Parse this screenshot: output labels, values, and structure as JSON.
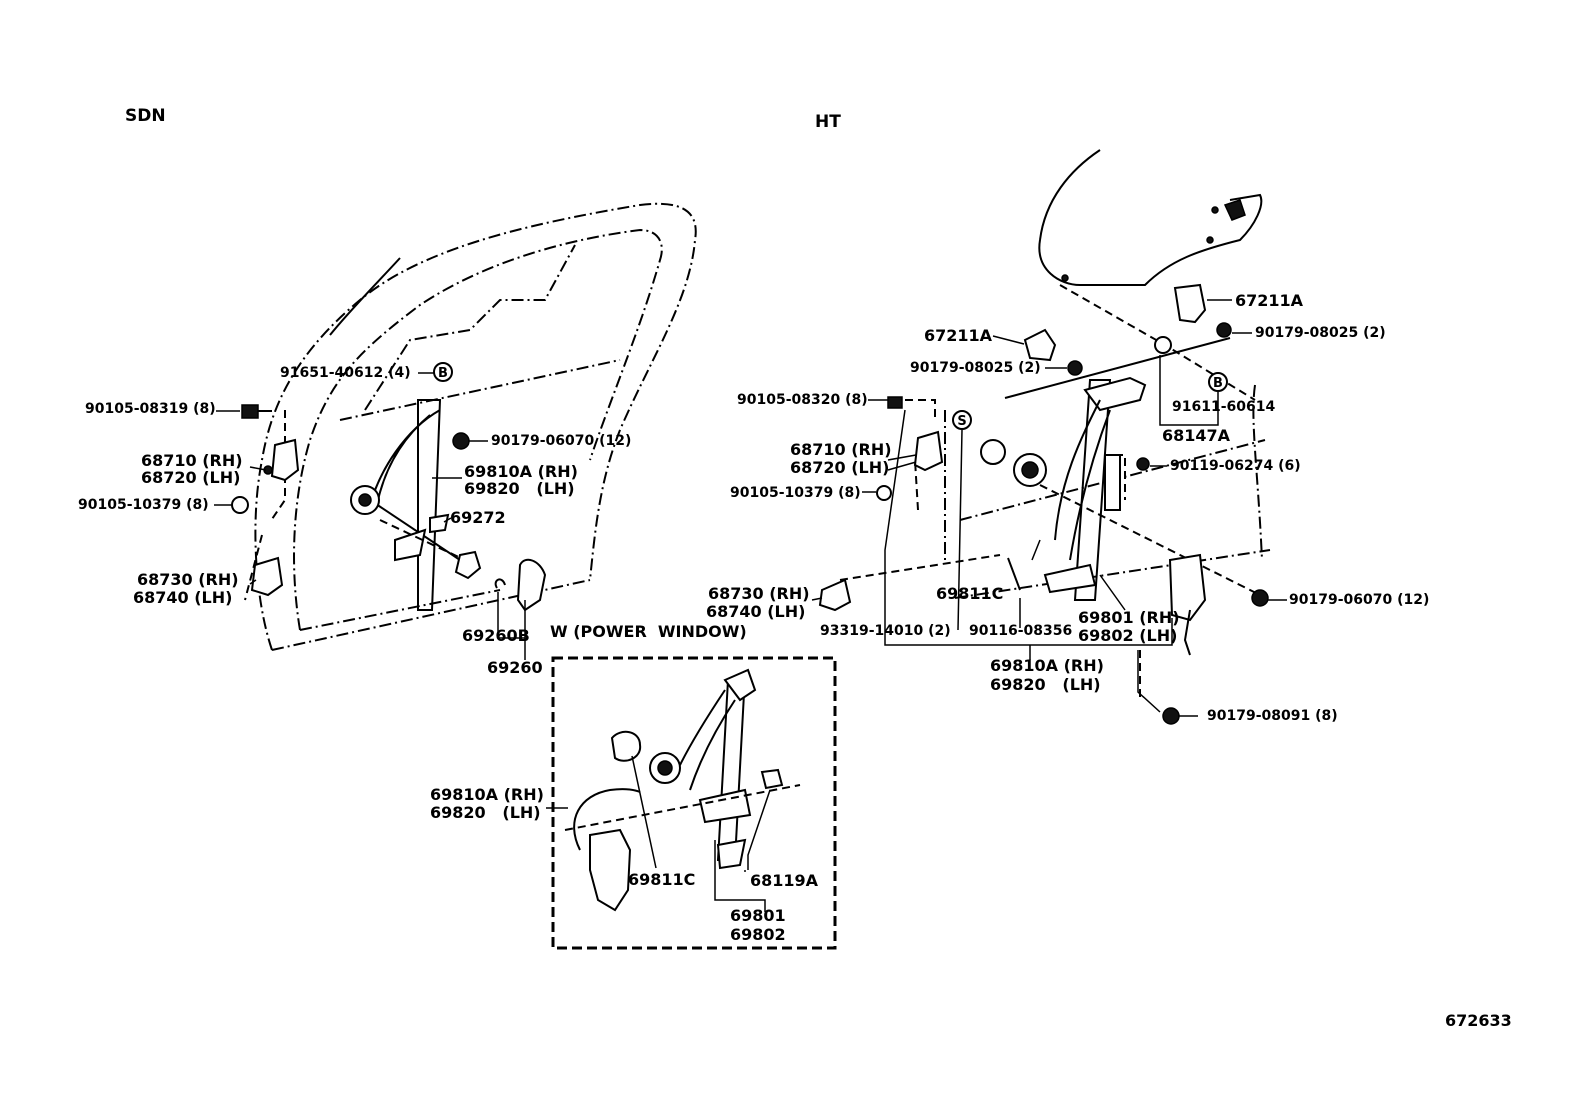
{
  "sections": {
    "sdn": "SDN",
    "ht": "HT",
    "power_window": "W (POWER  WINDOW)"
  },
  "diagram_id": "672633",
  "sdn_labels": {
    "p91651": "91651-40612 (4)",
    "p90105_08319": "90105-08319 (8)",
    "p68710": "68710 (RH)",
    "p68720": "68720 (LH)",
    "p90105_10379": "90105-10379 (8)",
    "p68730": "68730 (RH)",
    "p68740": "68740 (LH)",
    "p90179_06070": "90179-06070 (12)",
    "p69810a": "69810A (RH)",
    "p69820": "69820   (LH)",
    "p69272": "69272",
    "p69260b": "69260B",
    "p69260": "69260"
  },
  "ht_labels": {
    "p67211a_left": "67211A",
    "p67211a_right": "67211A",
    "p90179_08025_left": "90179-08025 (2)",
    "p90179_08025_right": "90179-08025 (2)",
    "p90105_08320": "90105-08320 (8)",
    "p91611": "91611-60614",
    "p68147a": "68147A",
    "p68710": "68710 (RH)",
    "p68720": "68720 (LH)",
    "p90119": "90119-06274 (6)",
    "p90105_10379": "90105-10379 (8)",
    "p68730": "68730 (RH)",
    "p68740": "68740 (LH)",
    "p69811c": "69811C",
    "p69801": "69801 (RH)",
    "p69802": "69802 (LH)",
    "p90179_06070": "90179-06070 (12)",
    "p93319": "93319-14010 (2)",
    "p90116": "90116-08356",
    "p69810a": "69810A (RH)",
    "p69820": "69820   (LH)",
    "p90179_08091": "90179-08091 (8)"
  },
  "pw_labels": {
    "p69810a": "69810A (RH)",
    "p69820": "69820   (LH)",
    "p69811c": "69811C",
    "p68119a": "68119A",
    "p69801": "69801",
    "p69802": "69802"
  },
  "markers": {
    "b": "B",
    "s": "S"
  }
}
